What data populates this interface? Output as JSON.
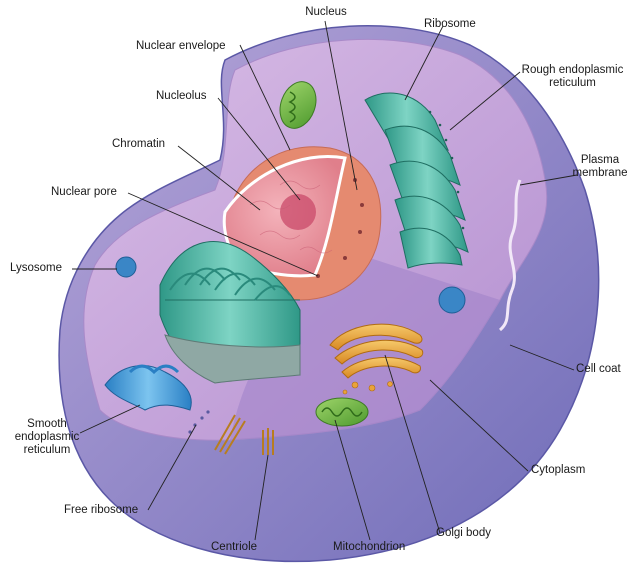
{
  "labels": {
    "nucleus": [
      "Nucleus"
    ],
    "ribosome": [
      "Ribosome"
    ],
    "nuclear_envelope": [
      "Nuclear envelope"
    ],
    "rough_er": [
      "Rough endoplasmic",
      "reticulum"
    ],
    "nucleolus": [
      "Nucleolus"
    ],
    "chromatin": [
      "Chromatin"
    ],
    "plasma_membrane": [
      "Plasma",
      "membrane"
    ],
    "nuclear_pore": [
      "Nuclear pore"
    ],
    "lysosome": [
      "Lysosome"
    ],
    "cell_coat": [
      "Cell coat"
    ],
    "smooth_er": [
      "Smooth",
      "endoplasmic",
      "reticulum"
    ],
    "cytoplasm": [
      "Cytoplasm"
    ],
    "free_ribosome": [
      "Free ribosome"
    ],
    "golgi_body": [
      "Golgi body"
    ],
    "centriole": [
      "Centriole"
    ],
    "mitochondrion": [
      "Mitochondrion"
    ]
  },
  "colors": {
    "cell_outer": "#8e84c6",
    "cell_inner": "#c7a6d8",
    "nucleus": "#e6909a",
    "er": "#4fb5a5",
    "golgi": "#e9a33a",
    "mitochondrion": "#7dbe4c",
    "smooth_er": "#4a9fd8",
    "leader_line": "#222222"
  }
}
